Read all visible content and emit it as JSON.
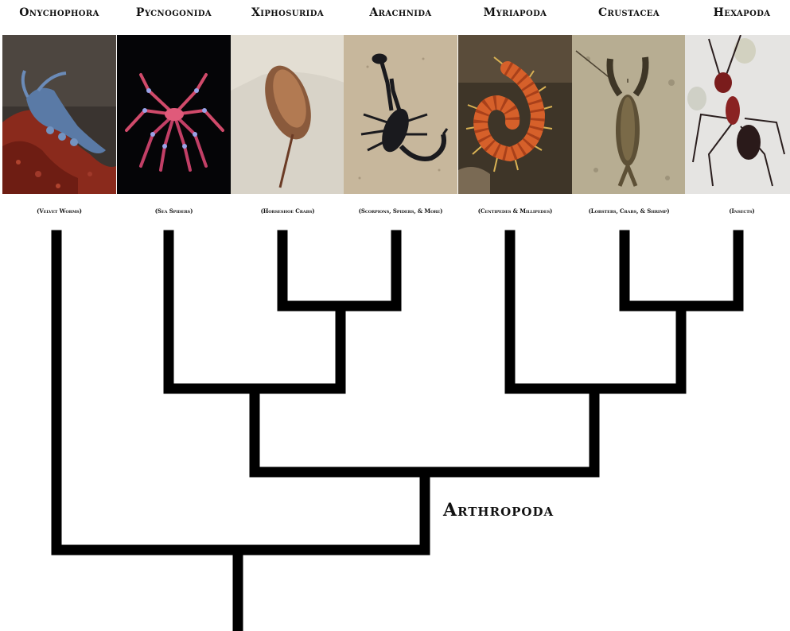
{
  "taxa": [
    {
      "name": "Onychophora",
      "common": "(Velvet Worms)",
      "image_subject": "velvet-worm"
    },
    {
      "name": "Pycnogonida",
      "common": "(Sea Spiders)",
      "image_subject": "sea-spider"
    },
    {
      "name": "Xiphosurida",
      "common": "(Horseshoe Crabs)",
      "image_subject": "horseshoe-crab"
    },
    {
      "name": "Arachnida",
      "common": "(Scorpions, Spiders, & More)",
      "image_subject": "scorpion"
    },
    {
      "name": "Myriapoda",
      "common": "(Centipedes & Millipedes)",
      "image_subject": "centipede"
    },
    {
      "name": "Crustacea",
      "common": "(Lobsters, Crabs, & Shrimp)",
      "image_subject": "crayfish"
    },
    {
      "name": "Hexapoda",
      "common": "(Insects)",
      "image_subject": "ant"
    }
  ],
  "clade_label": "Arthropoda",
  "colors": {
    "branch": "#000000",
    "background": "#ffffff",
    "text": "#111111"
  }
}
